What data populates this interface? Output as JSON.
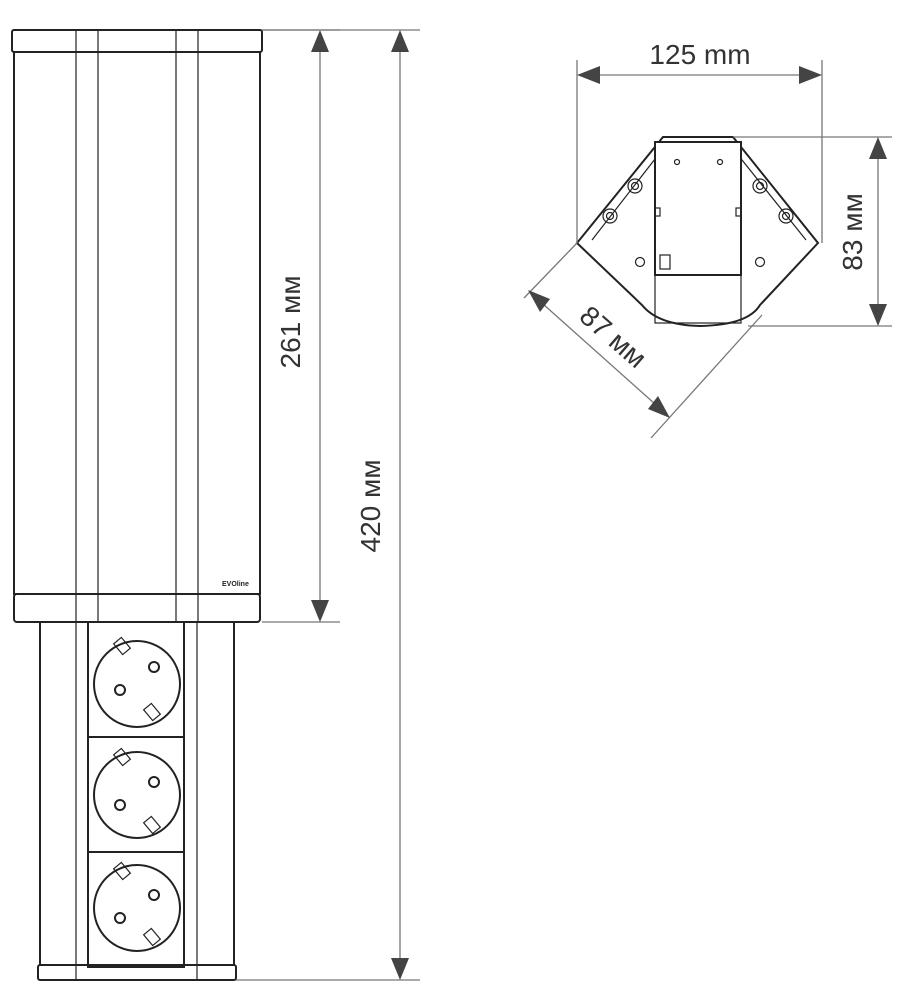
{
  "dimensions": {
    "width_top": "125 mm",
    "depth_side": "83 мм",
    "diagonal_front": "87 мм",
    "upper_height": "261 мм",
    "total_height": "420 мм"
  },
  "logo": "EVOline",
  "colors": {
    "outline": "#222222",
    "dim": "#777777",
    "text": "#333333"
  }
}
